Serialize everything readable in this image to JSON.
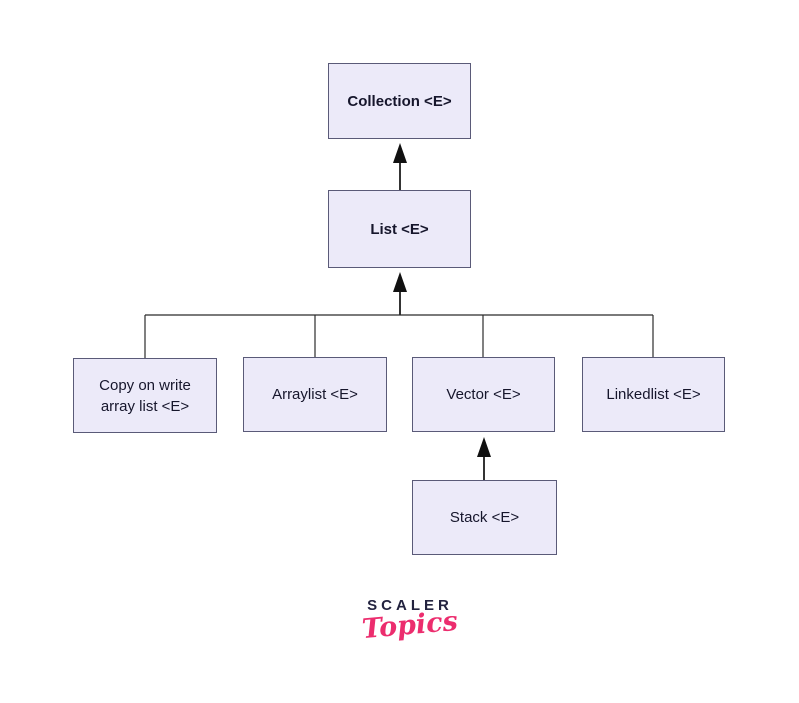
{
  "diagram": {
    "description": "Java List hierarchy diagram",
    "nodes": {
      "collection": {
        "label": "Collection <E>"
      },
      "list": {
        "label": "List <E>"
      },
      "copy_on_write": {
        "label": "Copy on write array list <E>"
      },
      "arraylist": {
        "label": "Arraylist <E>"
      },
      "vector": {
        "label": "Vector <E>"
      },
      "linkedlist": {
        "label": "Linkedlist <E>"
      },
      "stack": {
        "label": "Stack <E>"
      }
    }
  },
  "logo": {
    "brand": "SCALER",
    "sub": "Topics"
  },
  "colors": {
    "node_fill": "#ECEAF9",
    "node_border": "#5A5A78",
    "line": "#2B2B2B",
    "arrow": "#111111",
    "brand_navy": "#23233F",
    "brand_pink": "#EC2D6E"
  }
}
